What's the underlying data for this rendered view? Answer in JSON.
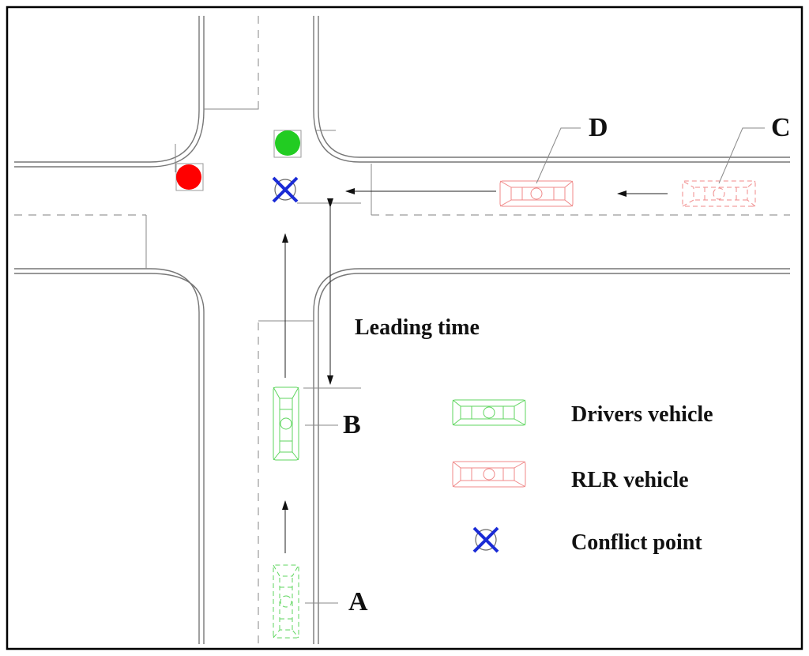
{
  "labels": {
    "a": "A",
    "b": "B",
    "c": "C",
    "d": "D",
    "leading_time": "Leading time"
  },
  "legend": {
    "drivers_vehicle": "Drivers vehicle",
    "rlr_vehicle": "RLR vehicle",
    "conflict_point": "Conflict point"
  },
  "colors": {
    "drivers_vehicle": "#5fd65f",
    "rlr_vehicle": "#f08a8a",
    "conflict_mark": "#1a2bd6",
    "signal_red": "#ff0000",
    "signal_green": "#22cc22"
  }
}
